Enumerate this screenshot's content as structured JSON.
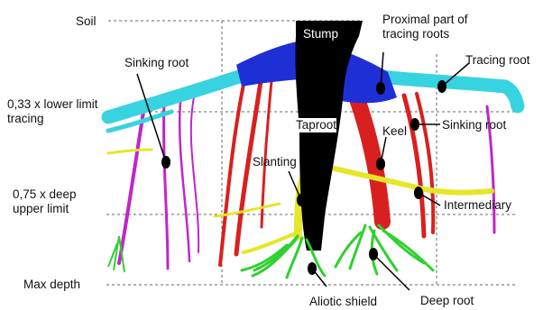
{
  "levels": {
    "soil": "Soil",
    "tracing_lower": "0,33 x lower limit tracing",
    "deep_upper": "0,75 x deep upper limit",
    "max_depth": "Max depth"
  },
  "labels": {
    "stump": "Stump",
    "proximal": "Proximal part of tracing roots",
    "sinking_root_left": "Sinking root",
    "tracing_root": "Tracing root",
    "taproot": "Taproot",
    "keel": "Keel",
    "sinking_root_right": "Sinking root",
    "slanting": "Slanting",
    "intermediary": "Intermediary",
    "aliotic_shield": "Aliotic shield",
    "deep_root": "Deep root"
  },
  "colors": {
    "stump": "#000000",
    "proximal": "#1f2fd6",
    "tracing": "#38d3e0",
    "sinking": "#d92020",
    "sinking_alt": "#c026c8",
    "slanting": "#e6e62a",
    "deep": "#2ed12e",
    "dashed": "#666666",
    "marker": "#000000"
  }
}
